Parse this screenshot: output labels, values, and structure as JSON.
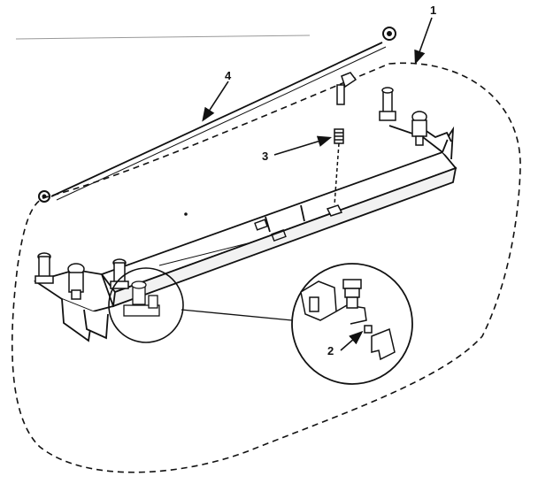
{
  "diagram": {
    "callouts": {
      "c1": "1",
      "c2": "2",
      "c3": "3",
      "c4": "4"
    }
  },
  "colors": {
    "ink": "#111111",
    "background": "#ffffff"
  }
}
